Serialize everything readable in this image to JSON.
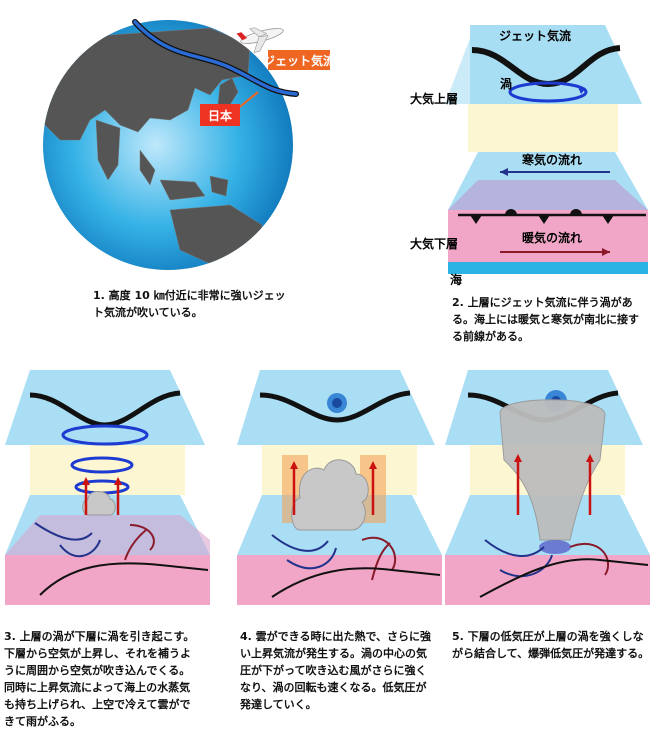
{
  "panel1": {
    "label_jet": "ジェット気流",
    "label_japan": "日本",
    "caption": "1. 高度 10 ㎞付近に非常に強いジェッ\nト気流が吹いている。"
  },
  "panel2": {
    "label_jet": "ジェット気流",
    "label_vortex": "渦",
    "label_upper": "大気上層",
    "label_cold": "寒気の流れ",
    "label_lower": "大気下層",
    "label_warm": "暖気の流れ",
    "label_sea": "海",
    "caption": "2. 上層にジェット気流に伴う渦があ\nる。海上には暖気と寒気が南北に接す\nる前線がある。"
  },
  "panel3": {
    "caption": "3. 上層の渦が下層に渦を引き起こす。\n下層から空気が上昇し、それを補うよ\nうに周囲から空気が吹き込んでくる。\n同時に上昇気流によって海上の水蒸気\nも持ち上げられ、上空で冷えて雲がで\nきて雨がふる。"
  },
  "panel4": {
    "caption": "4. 雲ができる時に出た熱で、さらに強\nい上昇気流が発生する。渦の中心の気\n圧が下がって吹き込む風がさらに強く\nなり、渦の回転も速くなる。低気圧が\n発達していく。"
  },
  "panel5": {
    "caption": "5. 下層の低気圧が上層の渦を強くしな\nがら結合して、爆弾低気圧が発達する。"
  }
}
